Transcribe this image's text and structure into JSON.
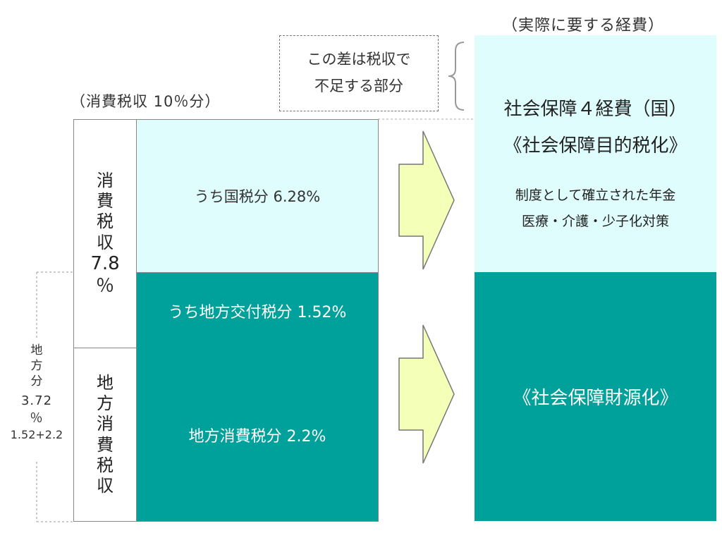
{
  "left": {
    "header": "（消費税収 10％分）",
    "national_consumption_tax_label": "消費税収7.8％",
    "local_consumption_tax_label": "地方消費税収",
    "national_share": "うち国税分 6.28%",
    "local_grant_share": "うち地方交付税分 1.52%",
    "local_consumption_share": "地方消費税分 2.2%"
  },
  "local_bracket": {
    "label": "地方分",
    "value": "3.72％",
    "formula": "1.52+2.2"
  },
  "shortfall_note": {
    "line1": "この差は税収で",
    "line2": "不足する部分"
  },
  "right": {
    "header": "（実際に要する経費）",
    "title_line1": "社会保障４経費（国）",
    "title_line2": "《社会保障目的税化》",
    "desc_line1": "制度として確立された年金",
    "desc_line2": "医療・介護・少子化対策",
    "bottom_label": "《社会保障財源化》"
  },
  "colors": {
    "light_cyan": "#e0fdfd",
    "teal": "#00a19a",
    "arrow_fill": "#f4ffb8",
    "border": "#888888"
  }
}
